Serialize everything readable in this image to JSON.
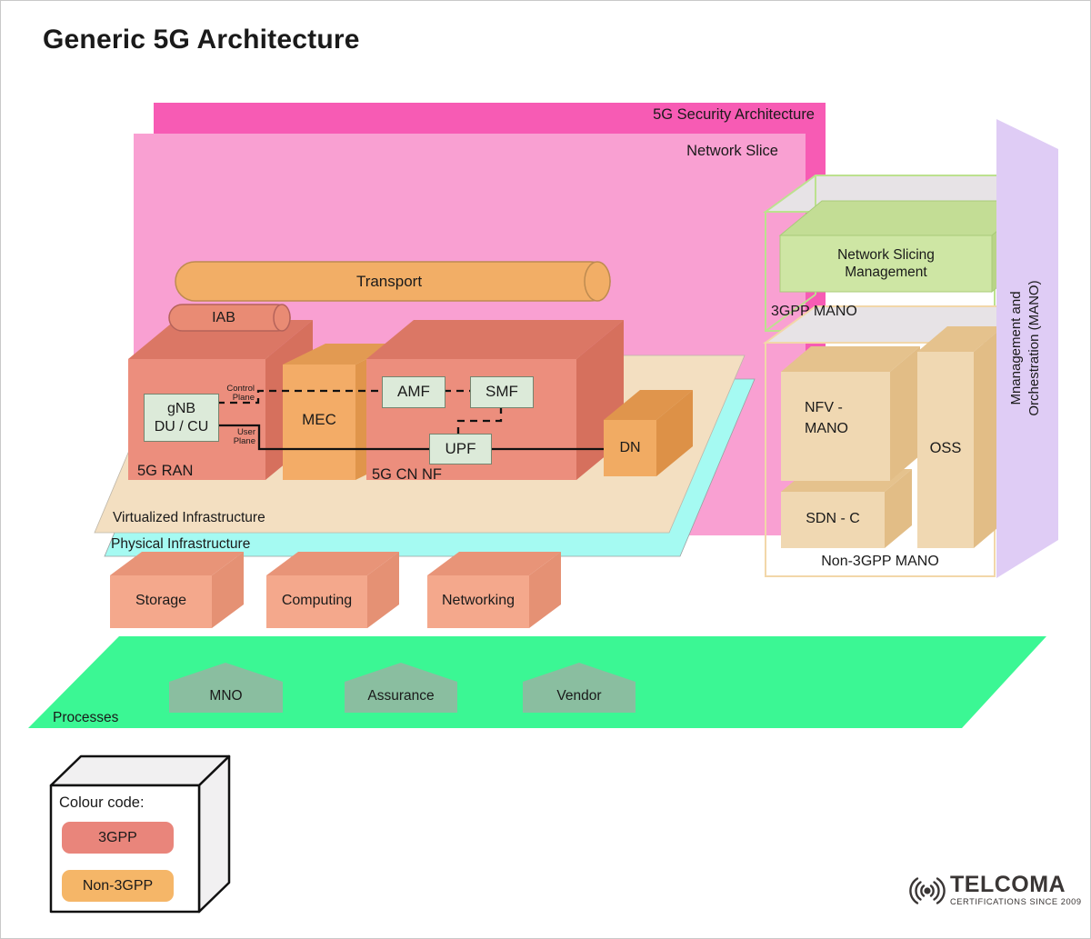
{
  "title": "Generic 5G Architecture",
  "overlays": {
    "security_label": "5G Security Architecture",
    "network_slice_label": "Network Slice"
  },
  "transport": {
    "label": "Transport"
  },
  "iab": {
    "label": "IAB"
  },
  "ran": {
    "label": "5G RAN",
    "gnb_label": "gNB\nDU / CU"
  },
  "mec": {
    "label": "MEC"
  },
  "cn": {
    "label": "5G CN NF",
    "amf": "AMF",
    "smf": "SMF",
    "upf": "UPF"
  },
  "dn": {
    "label": "DN"
  },
  "planes": {
    "control": "Control\nPlane",
    "user": "User\nPlane"
  },
  "infrastructure": {
    "virtualized": "Virtualized Infrastructure",
    "physical": "Physical Infrastructure",
    "resources": [
      "Storage",
      "Computing",
      "Networking"
    ]
  },
  "processes": {
    "label": "Processes",
    "items": [
      "MNO",
      "Assurance",
      "Vendor"
    ]
  },
  "mano": {
    "side_label": "Mnanagement and\nOrchestration (MANO)",
    "gpp_label": "3GPP MANO",
    "non_gpp_label": "Non-3GPP MANO",
    "nsm_label": "Network Slicing\nManagement",
    "nfv_label": "NFV -\nMANO",
    "sdn_label": "SDN - C",
    "oss_label": "OSS"
  },
  "legend": {
    "title": "Colour code:",
    "items": [
      {
        "label": "3GPP",
        "color": "#e9857b"
      },
      {
        "label": "Non-3GPP",
        "color": "#f5b668"
      }
    ]
  },
  "logo": {
    "name": "TELCOMA",
    "tagline": "CERTIFICATIONS SINCE 2009"
  },
  "colors": {
    "security_pink": "#f75bb4",
    "slice_pink": "#f9a0d2",
    "salmon_3gpp": "#ec8e7d",
    "orange_non3gpp": "#f3ac67",
    "mint_nf_box": "#dcead9",
    "virtualized_tan": "#f3dfc1",
    "physical_cyan": "#a5faf2",
    "processes_green": "#3bf794",
    "process_pentagon": "#8abea0",
    "mano_purple": "#dfccf5",
    "nsm_green": "#cee6a4",
    "mano_tan_box": "#f0d8b2"
  }
}
